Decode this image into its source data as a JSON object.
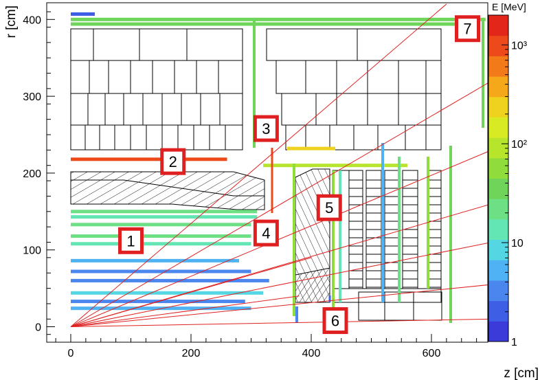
{
  "chart_data": {
    "type": "heatmap",
    "xlabel": "z [cm]",
    "ylabel": "r [cm]",
    "xlim": [
      -30,
      700
    ],
    "ylim": [
      -20,
      420
    ],
    "x_ticks": [
      0,
      200,
      400,
      600
    ],
    "y_ticks": [
      0,
      100,
      200,
      300,
      400
    ],
    "colorbar": {
      "title": "E [MeV]",
      "scale": "log",
      "range": [
        1,
        2000
      ],
      "ticks": [
        {
          "value": 1,
          "label": "1"
        },
        {
          "value": 10,
          "label": "10"
        },
        {
          "value": 100,
          "label": "10²"
        },
        {
          "value": 1000,
          "label": "10³"
        }
      ],
      "colors": [
        "#3b3bd9",
        "#3f5ee6",
        "#4a86ee",
        "#4fb2f2",
        "#55d6e3",
        "#63e6b4",
        "#6ddf84",
        "#6ed55a",
        "#8fdc3a",
        "#b7e52b",
        "#d8ea23",
        "#efd21e",
        "#f5a81a",
        "#f27a19",
        "#ec4a1a",
        "#e3261a"
      ]
    },
    "rays_from_origin": [
      {
        "end": [
          625,
          420
        ]
      },
      {
        "end": [
          700,
          320
        ]
      },
      {
        "end": [
          700,
          230
        ]
      },
      {
        "end": [
          700,
          160
        ]
      },
      {
        "end": [
          700,
          110
        ]
      },
      {
        "end": [
          700,
          55
        ]
      },
      {
        "end": [
          700,
          10
        ]
      },
      {
        "end": [
          400,
          90
        ]
      },
      {
        "end": [
          380,
          40
        ]
      }
    ],
    "hits": [
      {
        "z": [
          0,
          40
        ],
        "r": 407,
        "e": 2
      },
      {
        "z": [
          0,
          690
        ],
        "r": 400,
        "e": 40
      },
      {
        "z": [
          0,
          640
        ],
        "r": 394,
        "e": 30
      },
      {
        "z": [
          0,
          260
        ],
        "r": 218,
        "e": 1000
      },
      {
        "z": [
          0,
          310
        ],
        "r": 150,
        "e": 20
      },
      {
        "z": [
          0,
          310
        ],
        "r": 143,
        "e": 15
      },
      {
        "z": [
          0,
          300
        ],
        "r": 133,
        "e": 25
      },
      {
        "z": [
          0,
          300
        ],
        "r": 118,
        "e": 20
      },
      {
        "z": [
          0,
          300
        ],
        "r": 108,
        "e": 12
      },
      {
        "z": [
          0,
          280
        ],
        "r": 86,
        "e": 6
      },
      {
        "z": [
          0,
          300
        ],
        "r": 72,
        "e": 3
      },
      {
        "z": [
          0,
          330
        ],
        "r": 60,
        "e": 4
      },
      {
        "z": [
          0,
          320
        ],
        "r": 44,
        "e": 8
      },
      {
        "z": [
          0,
          290
        ],
        "r": 33,
        "e": 3
      },
      {
        "z": [
          0,
          300
        ],
        "r": 24,
        "e": 5
      },
      {
        "z": [
          320,
          560
        ],
        "r": 210,
        "e": 80
      },
      {
        "z": [
          360,
          440
        ],
        "r": 232,
        "e": 200
      }
    ],
    "labels": [
      {
        "text": "1",
        "z": 100,
        "r": 112
      },
      {
        "text": "2",
        "z": 170,
        "r": 215
      },
      {
        "text": "3",
        "z": 325,
        "r": 258
      },
      {
        "text": "4",
        "z": 325,
        "r": 122
      },
      {
        "text": "5",
        "z": 430,
        "r": 155
      },
      {
        "text": "6",
        "z": 440,
        "r": 8
      },
      {
        "text": "7",
        "z": 660,
        "r": 388
      }
    ]
  }
}
